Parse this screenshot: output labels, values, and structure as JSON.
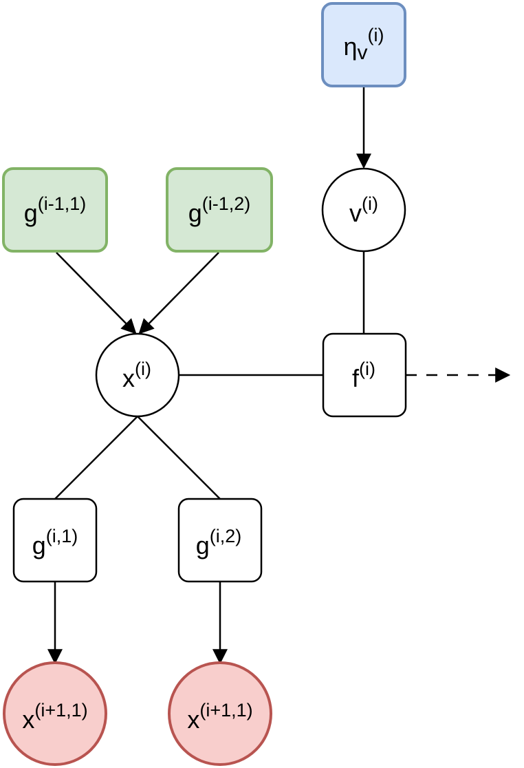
{
  "colors": {
    "edge": "#000000",
    "default_fill": "#ffffff",
    "default_stroke": "#000000",
    "green_fill": "#d5e8d4",
    "green_stroke": "#82b366",
    "blue_fill": "#dae8fc",
    "blue_stroke": "#6c8ebf",
    "red_fill": "#f8cecc",
    "red_stroke": "#b85450"
  },
  "nodes": {
    "eta_v": {
      "base": "η",
      "sub": "v",
      "sup": "(i)",
      "shape": "rounded-square",
      "style": "blue"
    },
    "v": {
      "base": "v",
      "sup": "(i)",
      "shape": "circle",
      "style": "default"
    },
    "g_prev_1": {
      "base": "g",
      "sup": "(i-1,1)",
      "shape": "rounded-square",
      "style": "green"
    },
    "g_prev_2": {
      "base": "g",
      "sup": "(i-1,2)",
      "shape": "rounded-square",
      "style": "green"
    },
    "x": {
      "base": "x",
      "sup": "(i)",
      "shape": "circle",
      "style": "default"
    },
    "f": {
      "base": "f",
      "sup": "(i)",
      "shape": "rounded-square",
      "style": "default"
    },
    "g_1": {
      "base": "g",
      "sup": "(i,1)",
      "shape": "rounded-square",
      "style": "default"
    },
    "g_2": {
      "base": "g",
      "sup": "(i,2)",
      "shape": "rounded-square",
      "style": "default"
    },
    "x_next_1": {
      "base": "x",
      "sup": "(i+1,1)",
      "shape": "circle",
      "style": "red"
    },
    "x_next_2": {
      "base": "x",
      "sup": "(i+1,1)",
      "shape": "circle",
      "style": "red"
    }
  },
  "edges": [
    {
      "from": "eta_v",
      "to": "v",
      "type": "arrow"
    },
    {
      "from": "g_prev_1",
      "to": "x",
      "type": "arrow"
    },
    {
      "from": "g_prev_2",
      "to": "x",
      "type": "arrow"
    },
    {
      "from": "v",
      "to": "f",
      "type": "line"
    },
    {
      "from": "x",
      "to": "f",
      "type": "line"
    },
    {
      "from": "x",
      "to": "g_1",
      "type": "line"
    },
    {
      "from": "x",
      "to": "g_2",
      "type": "line"
    },
    {
      "from": "g_1",
      "to": "x_next_1",
      "type": "arrow"
    },
    {
      "from": "g_2",
      "to": "x_next_2",
      "type": "arrow"
    },
    {
      "from": "f",
      "to": "offscreen-right",
      "type": "dashed-arrow"
    }
  ]
}
